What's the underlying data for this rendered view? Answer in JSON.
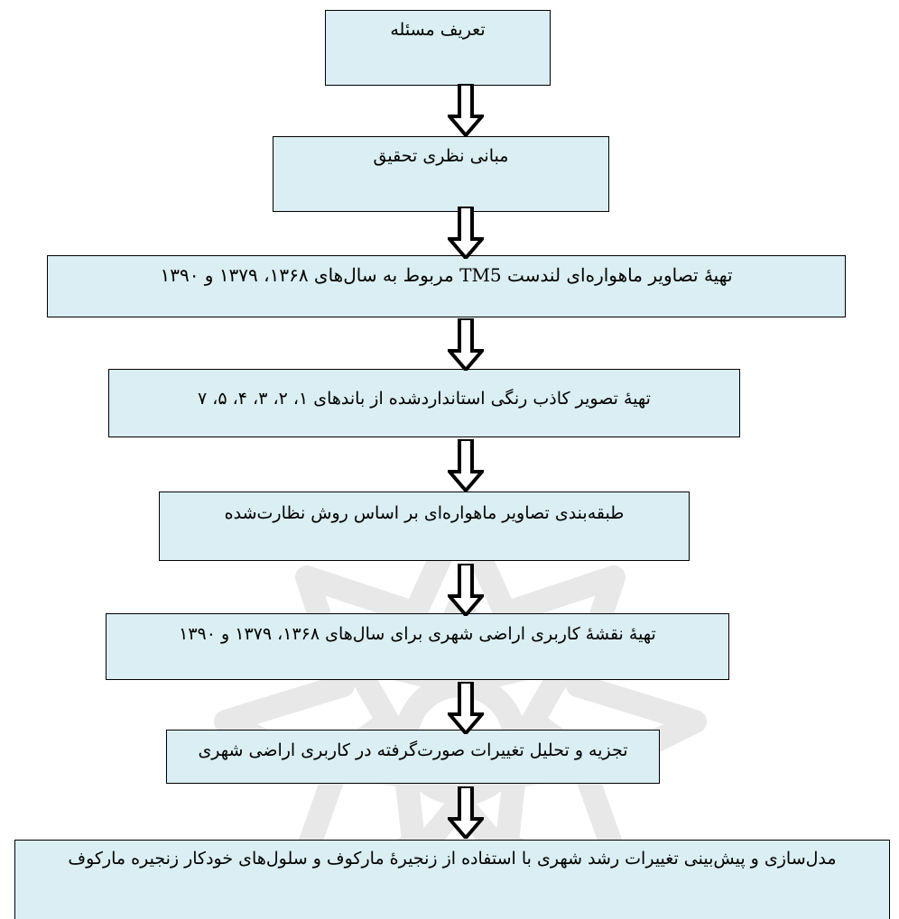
{
  "flowchart": {
    "steps": [
      {
        "label": "تعریف مسئله"
      },
      {
        "label": "مبانی نظری تحقیق"
      },
      {
        "label": "تهیۀ تصاویر ماهواره‌ای لندست TM5 مربوط به سال‌های ۱۳۶۸، ۱۳۷۹ و ۱۳۹۰"
      },
      {
        "label": "تهیۀ تصویر کاذب رنگی استانداردشده از باندهای ۱، ۲، ۳، ۴، ۵، ۷"
      },
      {
        "label": "طبقه‌بندی تصاویر ماهواره‌ای بر اساس روش نظارت‌شده"
      },
      {
        "label": "تهیۀ نقشۀ کاربری اراضی شهری برای سال‌های ۱۳۶۸، ۱۳۷۹ و ۱۳۹۰"
      },
      {
        "label": "تجزیه و تحلیل تغییرات صورت‌گرفته در کاربری اراضی شهری"
      },
      {
        "label": "مدل‌سازی و پیش‌بینی تغییرات رشد شهری با استفاده از زنجیرۀ مارکوف و سلول‌های خودکار زنجیره مارکوف"
      }
    ]
  },
  "colors": {
    "box_fill": "#daeef3",
    "border": "#000000",
    "arrow": "#000000",
    "watermark": "#ececec"
  }
}
